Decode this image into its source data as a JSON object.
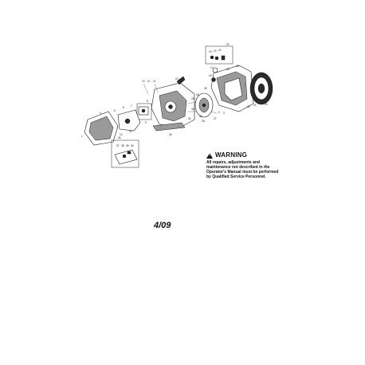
{
  "warning": {
    "heading": "WARNING",
    "icon": "warning-triangle-icon",
    "body": "All repairs, adjustments and maintenance not described in the Operator's Manual must be performed by Qualified Service Personnel."
  },
  "date_code": "4/09",
  "callouts": {
    "c22": "22",
    "c19": "19",
    "c20": "20",
    "c21": "21",
    "c17": "17",
    "c33": "33",
    "c34": "34",
    "c18": "18",
    "c35": "35",
    "c23": "23",
    "c24": "24",
    "c25": "25",
    "c16": "16",
    "c2": "2",
    "c3": "3",
    "c27": "27",
    "c28": "28",
    "c13": "13",
    "c11": "11",
    "c12": "12",
    "c10": "10",
    "c8": "8",
    "c9": "9",
    "c4": "4",
    "c5": "5",
    "c6": "6",
    "c7": "7",
    "c29": "29",
    "c30": "30",
    "c31": "31",
    "c32": "32",
    "c1": "1",
    "c14": "14",
    "c15": "15",
    "c26": "26",
    "c36": "36",
    "c37": "37",
    "c38": "38",
    "c39": "39",
    "c40": "40"
  }
}
